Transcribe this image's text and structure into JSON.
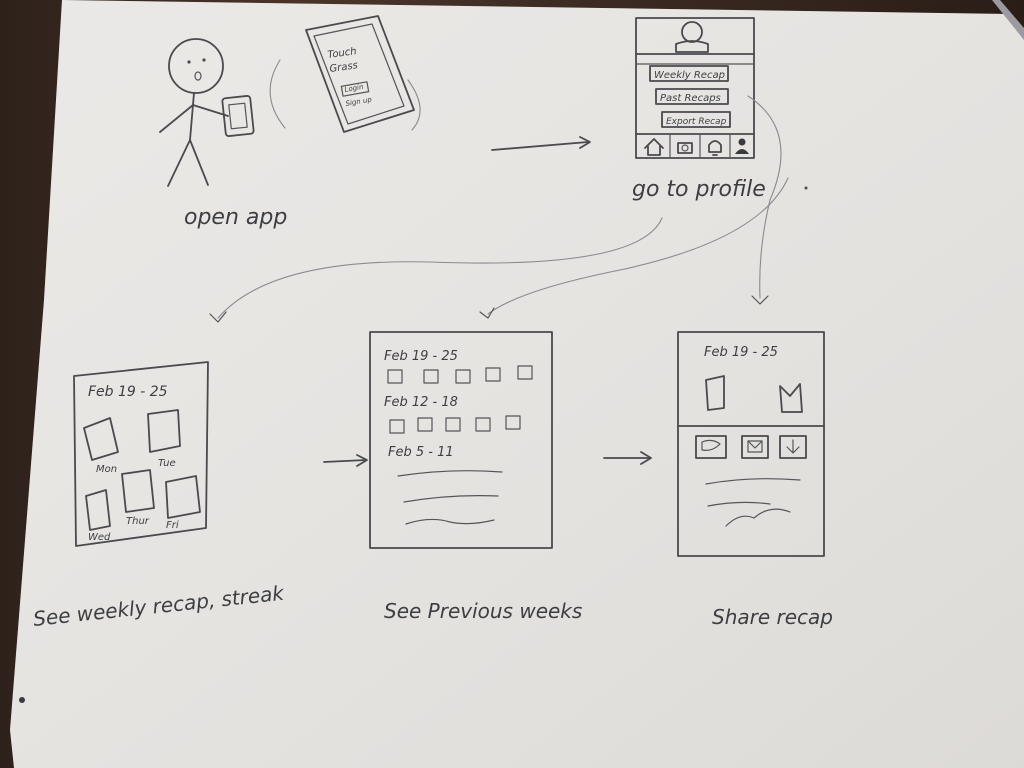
{
  "steps": [
    {
      "caption": "open app",
      "screen_lines": [
        "Touch",
        "Grass",
        "Login",
        "Sign up"
      ]
    },
    {
      "caption": "go to profile",
      "buttons": [
        "Weekly Recap",
        "Past Recaps",
        "Export Recap"
      ],
      "nav_icons": [
        "home-icon",
        "camera-icon",
        "bell-icon",
        "person-icon"
      ]
    },
    {
      "caption": "See weekly recap, streak",
      "date": "Feb 19 - 25",
      "days": [
        "Mon",
        "Tue",
        "Wed",
        "Thur",
        "Fri"
      ]
    },
    {
      "caption": "See Previous weeks",
      "weeks": [
        "Feb 19 - 25",
        "Feb 12 - 18",
        "Feb 5 - 11"
      ]
    },
    {
      "caption": "Share recap",
      "date": "Feb 19 - 25",
      "share_icons": [
        "message-icon",
        "mail-icon",
        "download-icon"
      ]
    }
  ]
}
